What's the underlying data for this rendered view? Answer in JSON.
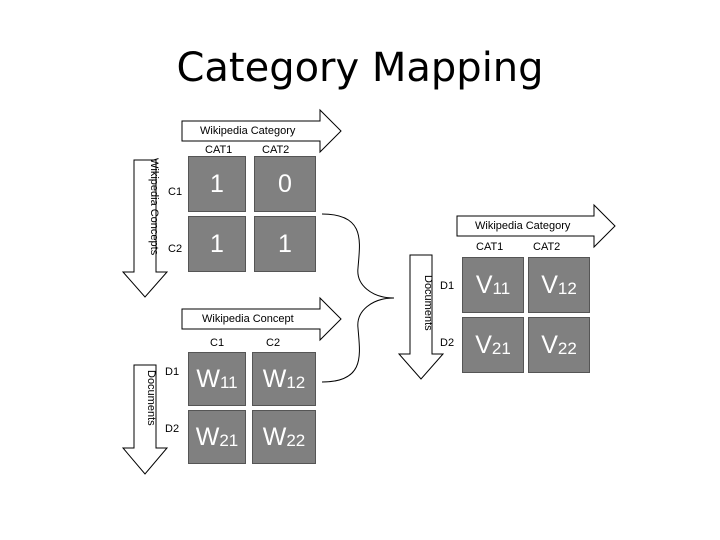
{
  "title": "Category Mapping",
  "matrix1": {
    "top_axis": "Wikipedia Category",
    "side_axis": "Wikipedia Concepts",
    "cols": [
      "CAT1",
      "CAT2"
    ],
    "rows": [
      "C1",
      "C2"
    ],
    "cells": [
      [
        "1",
        "0"
      ],
      [
        "1",
        "1"
      ]
    ]
  },
  "matrix2": {
    "top_axis": "Wikipedia Concept",
    "side_axis": "Documents",
    "cols": [
      "C1",
      "C2"
    ],
    "rows": [
      "D1",
      "D2"
    ],
    "cells": [
      [
        {
          "base": "W",
          "sub": "11"
        },
        {
          "base": "W",
          "sub": "12"
        }
      ],
      [
        {
          "base": "W",
          "sub": "21"
        },
        {
          "base": "W",
          "sub": "22"
        }
      ]
    ]
  },
  "matrix3": {
    "top_axis": "Wikipedia Category",
    "side_axis": "Documents",
    "cols": [
      "CAT1",
      "CAT2"
    ],
    "rows": [
      "D1",
      "D2"
    ],
    "cells": [
      [
        {
          "base": "V",
          "sub": "11"
        },
        {
          "base": "V",
          "sub": "12"
        }
      ],
      [
        {
          "base": "V",
          "sub": "21"
        },
        {
          "base": "V",
          "sub": "22"
        }
      ]
    ]
  }
}
